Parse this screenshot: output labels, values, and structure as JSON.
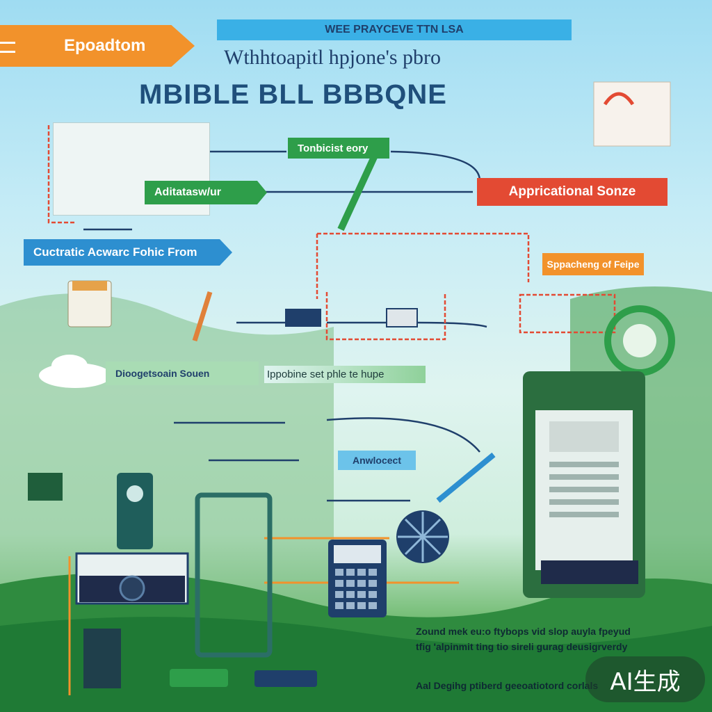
{
  "top_ribbon": "WEE PRAYCEVE TTN LSA",
  "header_tag": "Epoadtom",
  "subtitle": "Wthhtoapitl hpjone's pbro",
  "main_title": "MBIBLE BLL BBBQNE",
  "labels": {
    "tonbicist": "Tonbicist eory",
    "aditatas": "Aditatasw/ur",
    "appricational": "Appricational Sonze",
    "cuctratic": "Cuctratic Acwarc Fohic From",
    "sppacheng": "Sppacheng of Feipe",
    "dioogetsoain": "Dioogetsoain Souen",
    "ppobine": "Ippobine set phle te hupe",
    "anwlocect": "Anwlocect"
  },
  "footer_lines": [
    "Zound mek eu:o ftybops  vid slop auyla fpeyud",
    "tfig 'alpinmit ting tio sireli  gurag deusigrverdy",
    "Aal Degihg ptiberd geeoatiotord corlals"
  ],
  "watermark": "AI生成",
  "colors": {
    "orange": "#f2922b",
    "green": "#2e9e4a",
    "red": "#e34a33",
    "blue": "#2d8fd0",
    "navy": "#1f3f6b"
  }
}
